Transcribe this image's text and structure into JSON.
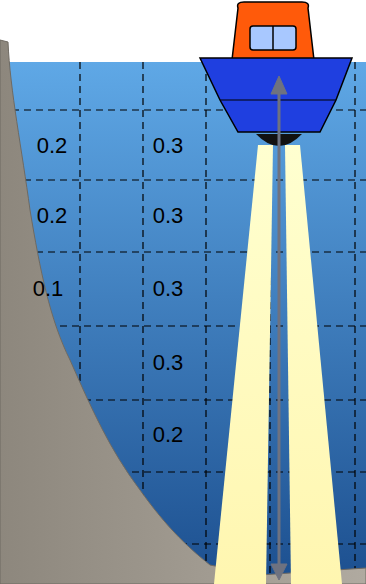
{
  "diagram": {
    "labels": [
      "0.2",
      "0.3",
      "0.2",
      "0.3",
      "0.1",
      "0.3",
      "0.3",
      "0.2"
    ]
  }
}
